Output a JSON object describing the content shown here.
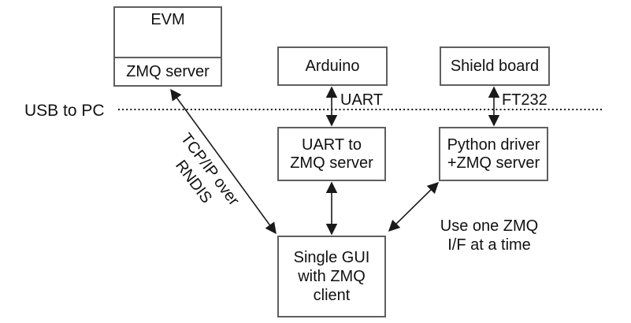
{
  "diagram": {
    "boxes": {
      "evm": {
        "title": "EVM",
        "sub": "ZMQ server"
      },
      "arduino": {
        "label": "Arduino"
      },
      "shield": {
        "label": "Shield board"
      },
      "uart_zmq": {
        "lines": [
          "UART to",
          "ZMQ server"
        ]
      },
      "python_driver": {
        "lines": [
          "Python driver",
          "+ZMQ server"
        ]
      },
      "gui": {
        "lines": [
          "Single GUI",
          "with ZMQ",
          "client"
        ]
      }
    },
    "labels": {
      "usb_to_pc": "USB to PC",
      "uart": "UART",
      "ft232": "FT232",
      "tcpip": {
        "lines": [
          "TCP/IP over",
          "RNDIS"
        ]
      },
      "note": {
        "lines": [
          "Use one ZMQ",
          "I/F at a time"
        ]
      }
    },
    "connections": [
      {
        "from": "evm-zmq-server",
        "to": "single-gui",
        "style": "double-arrow",
        "label": "TCP/IP over RNDIS"
      },
      {
        "from": "arduino",
        "to": "uart-to-zmq-server",
        "style": "double-arrow",
        "label": "UART"
      },
      {
        "from": "shield-board",
        "to": "python-driver",
        "style": "double-arrow",
        "label": "FT232"
      },
      {
        "from": "uart-to-zmq-server",
        "to": "single-gui",
        "style": "double-arrow"
      },
      {
        "from": "python-driver",
        "to": "single-gui",
        "style": "double-arrow"
      },
      {
        "from": "usb-to-pc",
        "style": "dotted-divider"
      }
    ]
  },
  "colors": {
    "background": "#ffffff",
    "border": "#5f5f5f",
    "text": "#111111",
    "line": "#1a1a1a"
  }
}
